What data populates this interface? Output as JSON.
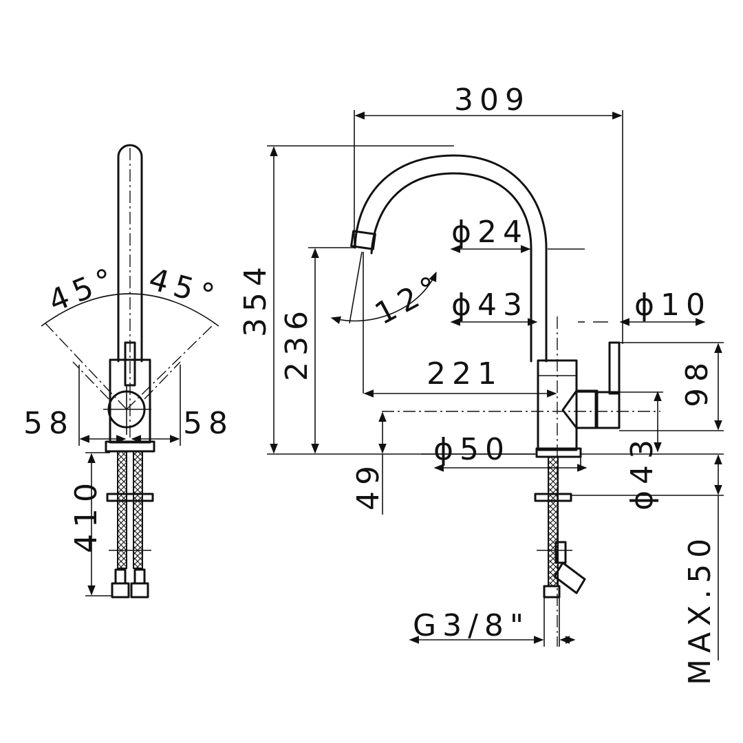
{
  "side_view": {
    "angle_left": "45°",
    "angle_right": "45°",
    "offset_left": "58",
    "offset_right": "58",
    "hose_length": "410"
  },
  "front_view": {
    "overall_reach": "309",
    "overall_height": "354",
    "spout_height": "236",
    "spout_tilt": "12°",
    "spout_diameter": "ϕ24",
    "body_diameter": "ϕ43",
    "handle_diameter": "ϕ10",
    "spout_reach": "221",
    "handle_height": "98",
    "base_diameter": "ϕ50",
    "handle_axis_height": "49",
    "mount_diameter": "ϕ43",
    "max_deck_thickness": "MAX.50",
    "thread": "G3/8\""
  }
}
